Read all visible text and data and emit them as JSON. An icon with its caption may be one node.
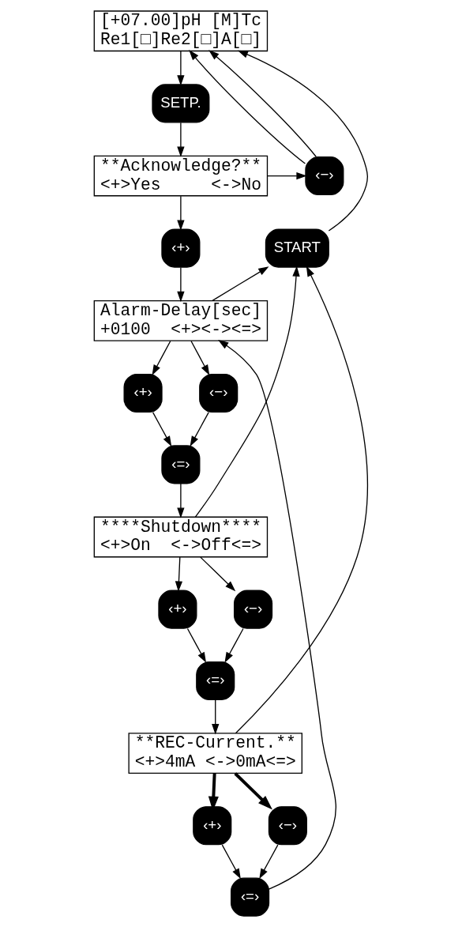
{
  "diagram": {
    "nodes": [
      {
        "text": [
          "[+07.00]pH [M]Tc",
          "Re1[□]Re2[□]A[□]"
        ]
      },
      {
        "text": [
          "SETP."
        ]
      },
      {
        "text": [
          "**Acknowledge?**",
          "<+>Yes     <->No"
        ]
      },
      {
        "text": [
          "‹−›"
        ]
      },
      {
        "text": [
          "‹+›"
        ]
      },
      {
        "text": [
          "START"
        ]
      },
      {
        "text": [
          "Alarm-Delay[sec]",
          "+0100  <+><-><=>"
        ]
      },
      {
        "text": [
          "‹+›"
        ]
      },
      {
        "text": [
          "‹−›"
        ]
      },
      {
        "text": [
          "‹=›"
        ]
      },
      {
        "text": [
          "****Shutdown****",
          "<+>On  <->Off<=>"
        ]
      },
      {
        "text": [
          "‹+›"
        ]
      },
      {
        "text": [
          "‹−›"
        ]
      },
      {
        "text": [
          "‹=›"
        ]
      },
      {
        "text": [
          "**REC-Current.**",
          "<+>4mA <->0mA<=>"
        ]
      },
      {
        "text": [
          "‹+›"
        ]
      },
      {
        "text": [
          "‹−›"
        ]
      },
      {
        "text": [
          "‹=›"
        ]
      }
    ],
    "edges": [
      {
        "from": 0,
        "to": 1,
        "arrow": "to"
      },
      {
        "from": 1,
        "to": 2,
        "arrow": "to"
      },
      {
        "from": 2,
        "to": 3,
        "arrow": "to"
      },
      {
        "from": 3,
        "to": 0,
        "arrow": "to"
      },
      {
        "from": 3,
        "to": 0,
        "arrow": "to"
      },
      {
        "from": 2,
        "to": 4,
        "arrow": "to"
      },
      {
        "from": 4,
        "to": 6,
        "arrow": "to"
      },
      {
        "from": 5,
        "to": 0,
        "arrow": "to"
      },
      {
        "from": 6,
        "to": 5,
        "arrow": "to"
      },
      {
        "from": 6,
        "to": 7,
        "arrow": "to"
      },
      {
        "from": 6,
        "to": 8,
        "arrow": "to"
      },
      {
        "from": 7,
        "to": 9,
        "arrow": "to"
      },
      {
        "from": 8,
        "to": 9,
        "arrow": "to"
      },
      {
        "from": 9,
        "to": 10,
        "arrow": "to"
      },
      {
        "from": 10,
        "to": 5,
        "arrow": "to"
      },
      {
        "from": 10,
        "to": 11,
        "arrow": "to"
      },
      {
        "from": 10,
        "to": 12,
        "arrow": "to"
      },
      {
        "from": 11,
        "to": 13,
        "arrow": "to"
      },
      {
        "from": 12,
        "to": 13,
        "arrow": "to"
      },
      {
        "from": 13,
        "to": 14,
        "arrow": "to"
      },
      {
        "from": 14,
        "to": 5,
        "arrow": "to"
      },
      {
        "from": 14,
        "to": 15,
        "arrow": "to",
        "style": "thick"
      },
      {
        "from": 14,
        "to": 16,
        "arrow": "to",
        "style": "thick"
      },
      {
        "from": 15,
        "to": 17,
        "arrow": "to"
      },
      {
        "from": 16,
        "to": 17,
        "arrow": "to"
      },
      {
        "from": 17,
        "to": 6,
        "arrow": "to"
      }
    ]
  }
}
